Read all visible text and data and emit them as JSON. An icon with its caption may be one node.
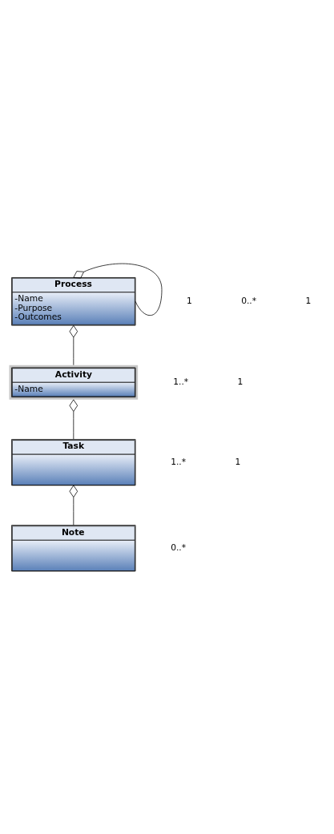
{
  "diagram": {
    "nodes": [
      {
        "text": [
          "Process",
          "-Name",
          "-Purpose",
          "-Outcomes"
        ]
      },
      {
        "text": [
          "Activity",
          "-Name"
        ]
      },
      {
        "text": [
          "Task"
        ]
      },
      {
        "text": [
          "Note"
        ]
      }
    ],
    "edges": [
      {
        "from": 0,
        "to": 0,
        "arrow": "other"
      },
      {
        "from": 0,
        "to": 1,
        "arrow": "other"
      },
      {
        "from": 1,
        "to": 2,
        "arrow": "other"
      },
      {
        "from": 2,
        "to": 3,
        "arrow": "other"
      }
    ],
    "labels": [
      "1",
      "0..*",
      "1",
      "1..*",
      "1",
      "1..*",
      "1",
      "0..*"
    ]
  }
}
